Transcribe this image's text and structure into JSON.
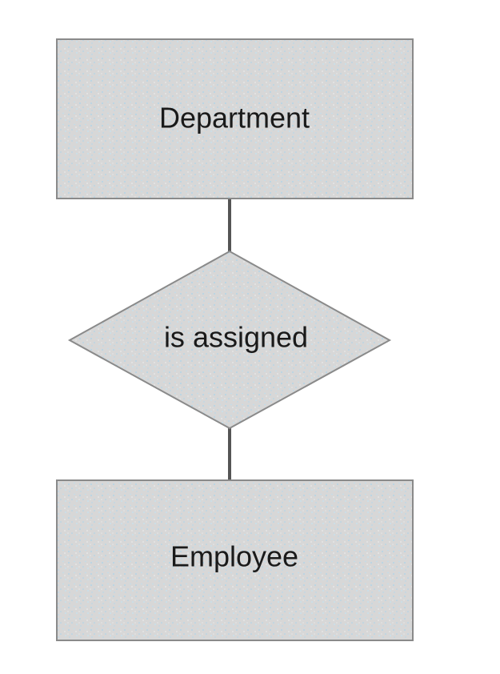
{
  "diagram": {
    "type": "entity-relationship",
    "entities": [
      {
        "id": "department",
        "label": "Department"
      },
      {
        "id": "employee",
        "label": "Employee"
      }
    ],
    "relationships": [
      {
        "id": "is_assigned",
        "label": "is assigned",
        "from": "department",
        "to": "employee"
      }
    ]
  },
  "colors": {
    "shape_fill": "#d7d7d7",
    "shape_speckle": "#a9d4ec",
    "shape_stroke": "#8a8a8a",
    "connector": "#555555",
    "text": "#1a1a1a"
  }
}
